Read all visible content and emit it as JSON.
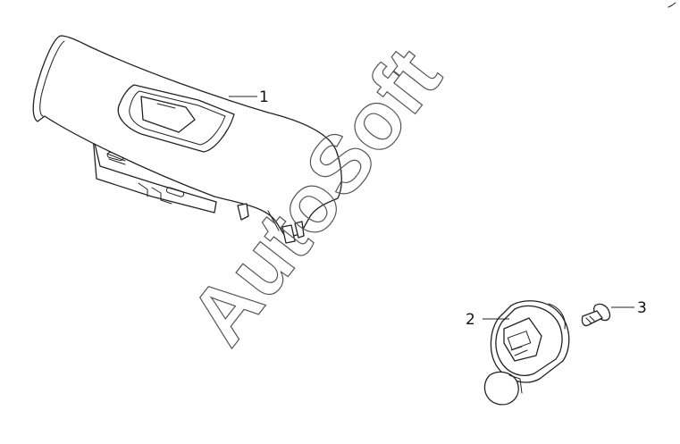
{
  "watermark": "AutoSoft",
  "callouts": [
    {
      "id": "1",
      "label": "1"
    },
    {
      "id": "2",
      "label": "2"
    },
    {
      "id": "3",
      "label": "3"
    }
  ],
  "colors": {
    "line": "#222222",
    "background": "#ffffff",
    "watermark": "#555555"
  },
  "parts": [
    {
      "callout": "1",
      "shape": "window-switch-bezel-icon"
    },
    {
      "callout": "2",
      "shape": "mirror-switch-icon"
    },
    {
      "callout": "3",
      "shape": "screw-icon"
    }
  ]
}
